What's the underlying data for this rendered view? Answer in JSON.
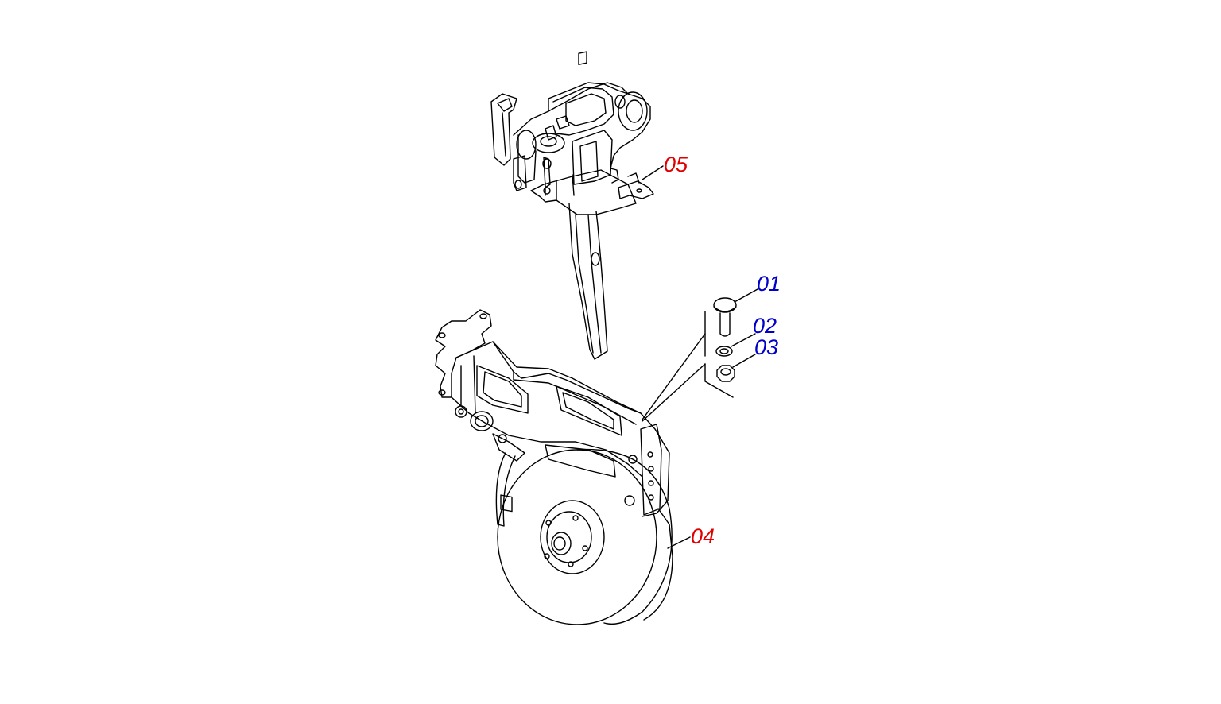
{
  "colors": {
    "line": "#000000",
    "background": "#ffffff",
    "callout_assembly": "#e00000",
    "callout_hardware": "#0000c8"
  },
  "callouts": [
    {
      "label": "05",
      "part": "seed-meter-assembly",
      "group": "assembly"
    },
    {
      "label": "01",
      "part": "carriage-bolt",
      "group": "hardware"
    },
    {
      "label": "02",
      "part": "washer",
      "group": "hardware"
    },
    {
      "label": "03",
      "part": "hex-nut",
      "group": "hardware"
    },
    {
      "label": "04",
      "part": "press-wheel-frame-assembly",
      "group": "assembly"
    }
  ]
}
